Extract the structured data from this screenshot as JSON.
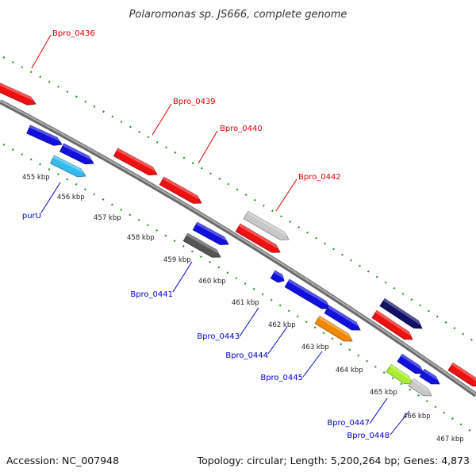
{
  "title": "Polaromonas sp. JS666, complete genome",
  "accession": "Accession: NC_007948",
  "summary": "Topology: circular; Length: 5,200,264 bp; Genes: 4,873",
  "colors": {
    "forward_label": "#dd0000",
    "reverse_label": "#0000cc",
    "dotted_line": "#229922",
    "backbone": "#7a7a7a"
  },
  "ticks": [
    "455 kbp",
    "456 kbp",
    "457 kbp",
    "458 kbp",
    "459 kbp",
    "460 kbp",
    "461 kbp",
    "462 kbp",
    "463 kbp",
    "464 kbp",
    "465 kbp",
    "466 kbp",
    "467 kbp"
  ],
  "forward_labels": [
    "Bpro_0436",
    "Bpro_0439",
    "Bpro_0440",
    "Bpro_0442"
  ],
  "reverse_labels": [
    "purU",
    "Bpro_0441",
    "Bpro_0443",
    "Bpro_0444",
    "Bpro_0445",
    "Bpro_0447",
    "Bpro_0448"
  ],
  "gene_colors": {
    "red": "#ee1111",
    "blue": "#1111dd",
    "lightblue": "#33bbee",
    "darkgray": "#555555",
    "lightgray": "#c8c8c8",
    "orange": "#ee8800",
    "navy": "#111166",
    "lime": "#aaee33"
  }
}
